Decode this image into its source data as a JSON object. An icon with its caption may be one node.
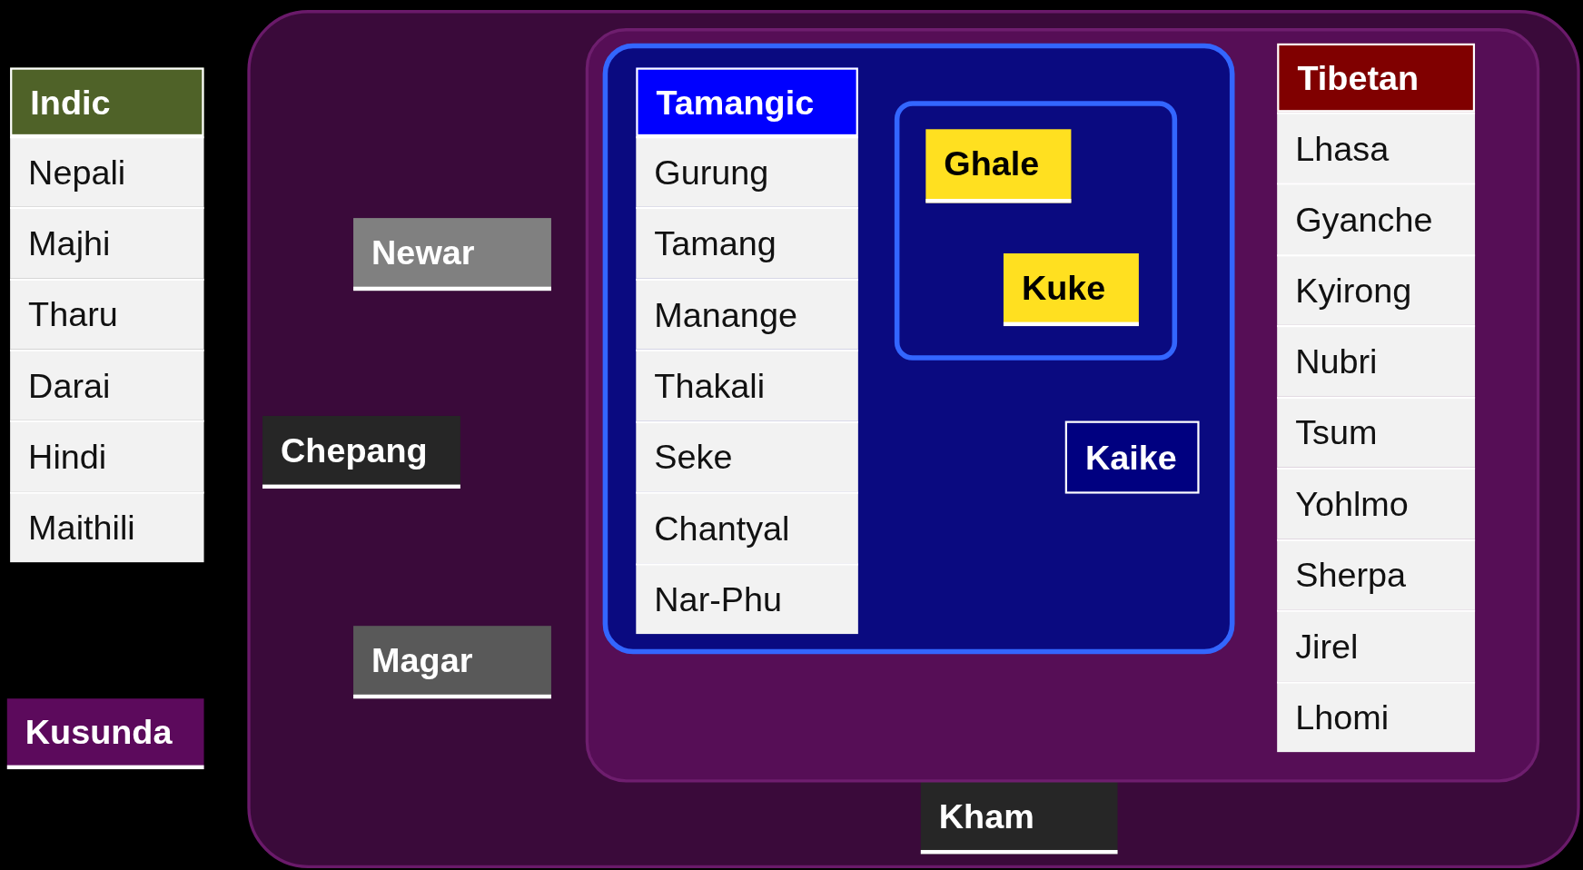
{
  "diagram": {
    "nodes": [
      {
        "text": [
          "Indic",
          "Nepali",
          "Majhi",
          "Tharu",
          "Darai",
          "Hindi",
          "Maithili"
        ]
      },
      {
        "text": [
          "Kusunda"
        ]
      },
      {
        "text": [],
        "shape": "box"
      },
      {
        "text": [
          "Newar"
        ],
        "in": 2
      },
      {
        "text": [
          "Chepang"
        ],
        "in": 2
      },
      {
        "text": [
          "Magar"
        ],
        "in": 2
      },
      {
        "text": [
          "Kham"
        ],
        "in": 2
      },
      {
        "text": [],
        "shape": "box",
        "in": 2
      },
      {
        "text": [],
        "shape": "box",
        "in": 7
      },
      {
        "text": [
          "Tamangic",
          "Gurung",
          "Tamang",
          "Manange",
          "Thakali",
          "Seke",
          "Chantyal",
          "Nar-Phu"
        ],
        "in": 8
      },
      {
        "text": [],
        "shape": "box",
        "in": 8
      },
      {
        "text": [
          "Ghale"
        ],
        "in": 10
      },
      {
        "text": [
          "Kuke"
        ],
        "in": 10
      },
      {
        "text": [
          "Kaike"
        ],
        "in": 8
      },
      {
        "text": [
          "Tibetan",
          "Lhasa",
          "Gyanche",
          "Kyirong",
          "Nubri",
          "Tsum",
          "Yohlmo",
          "Sherpa",
          "Jirel",
          "Lhomi"
        ],
        "in": 7
      }
    ],
    "edges": []
  }
}
